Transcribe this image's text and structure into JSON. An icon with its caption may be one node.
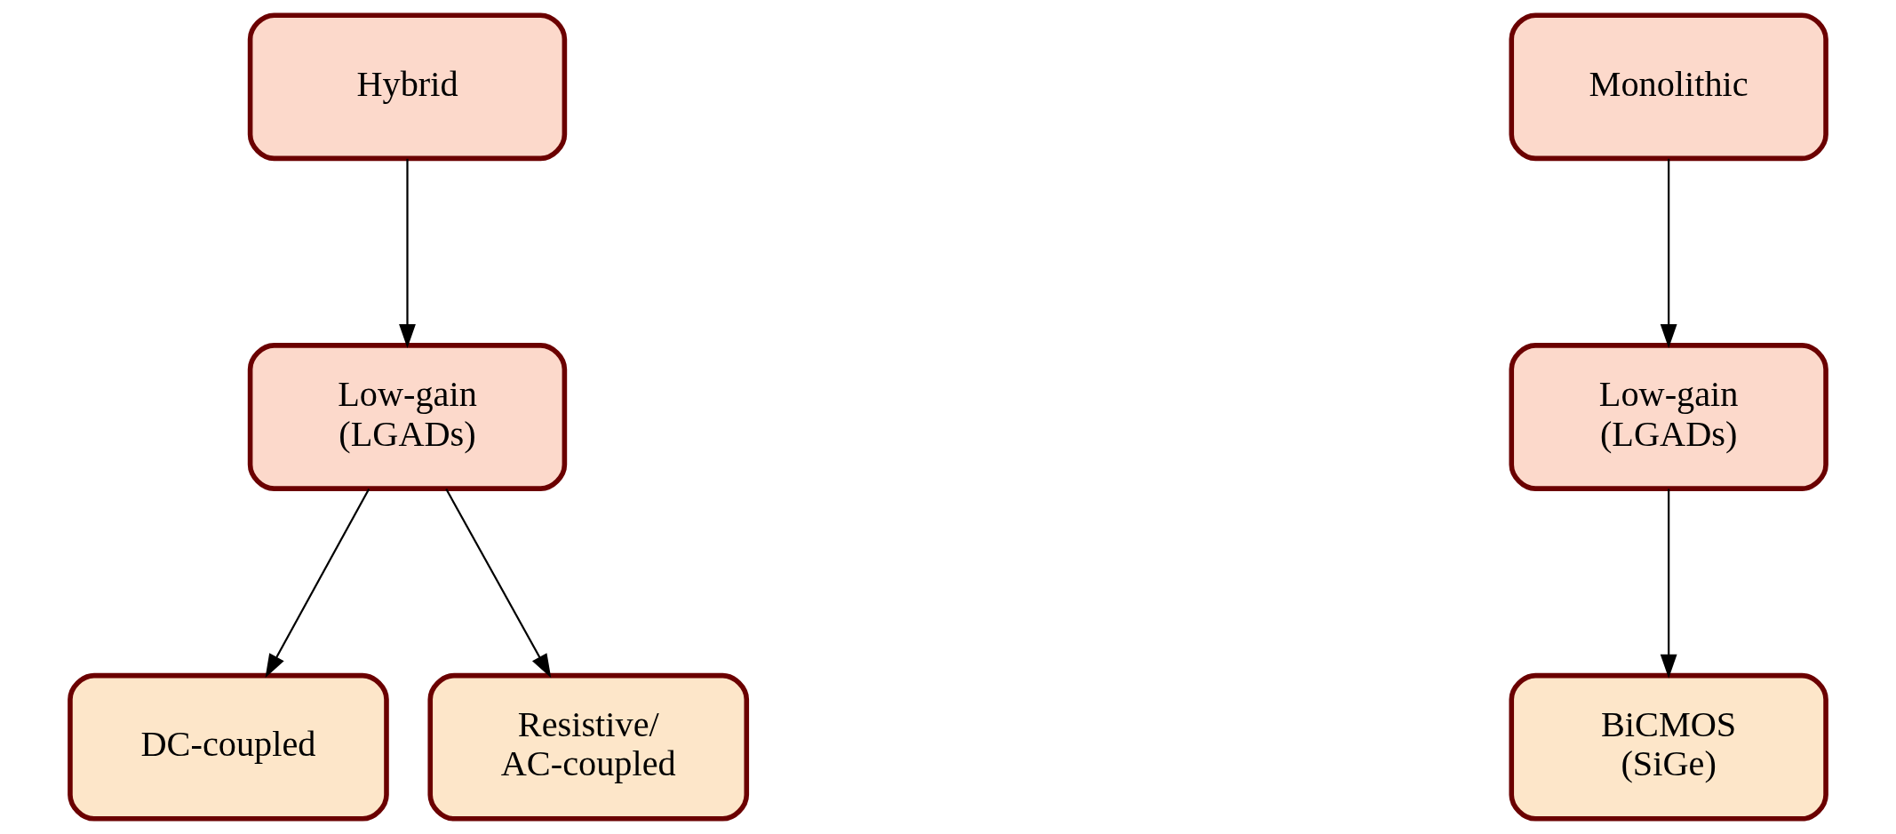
{
  "diagram": {
    "nodes": [
      {
        "text": [
          "Hybrid"
        ]
      },
      {
        "text": [
          "Low-gain (LGADs)"
        ]
      },
      {
        "text": [
          "DC-coupled"
        ]
      },
      {
        "text": [
          "Resistive/ AC-coupled"
        ]
      },
      {
        "text": [
          "Monolithic"
        ]
      },
      {
        "text": [
          "Low-gain (LGADs)"
        ]
      },
      {
        "text": [
          "BiCMOS (SiGe)"
        ]
      }
    ],
    "edges": [
      {
        "from": 0,
        "to": 1,
        "arrow": "to"
      },
      {
        "from": 1,
        "to": 2,
        "arrow": "to"
      },
      {
        "from": 1,
        "to": 3,
        "arrow": "to"
      },
      {
        "from": 4,
        "to": 5,
        "arrow": "to"
      },
      {
        "from": 5,
        "to": 6,
        "arrow": "to"
      }
    ]
  }
}
